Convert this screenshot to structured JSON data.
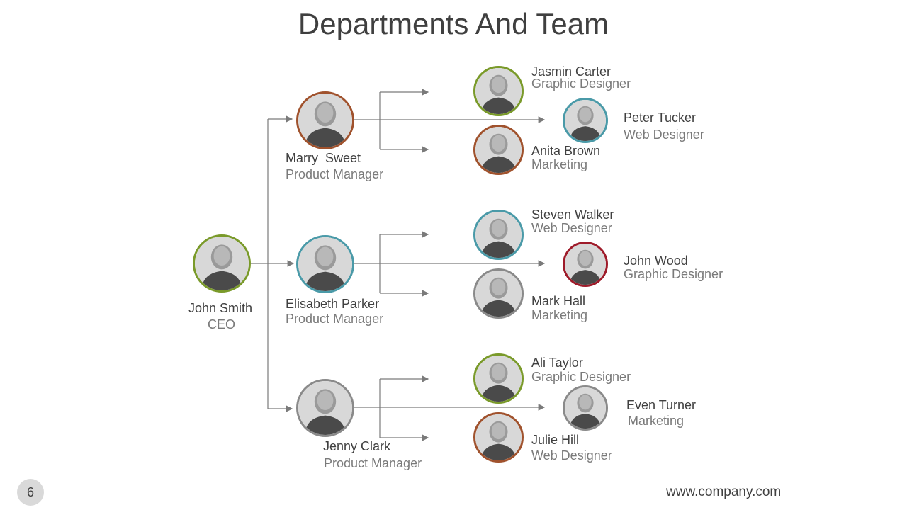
{
  "title": "Departments And Team",
  "colors": {
    "green": "#7a9a2a",
    "orange": "#a0522d",
    "teal": "#4a9aa8",
    "red": "#9e1b2a",
    "gray": "#8a8a8a",
    "line": "#7a7a7a"
  },
  "ceo": {
    "name": "John Smith",
    "role": "CEO",
    "ring": "green"
  },
  "managers": [
    {
      "name": "Marry  Sweet",
      "role": "Product Manager",
      "ring": "orange",
      "reports": [
        {
          "name": "Jasmin Carter",
          "role": "Graphic Designer",
          "ring": "green"
        },
        {
          "name": "Anita Brown",
          "role": "Marketing",
          "ring": "orange"
        },
        {
          "name": "Peter Tucker",
          "role": "Web Designer",
          "ring": "teal"
        }
      ]
    },
    {
      "name": "Elisabeth Parker",
      "role": "Product Manager",
      "ring": "teal",
      "reports": [
        {
          "name": "Steven Walker",
          "role": "Web Designer",
          "ring": "teal"
        },
        {
          "name": "Mark Hall",
          "role": "Marketing",
          "ring": "gray"
        },
        {
          "name": "John Wood",
          "role": "Graphic Designer",
          "ring": "red"
        }
      ]
    },
    {
      "name": "Jenny Clark",
      "role": "Product Manager",
      "ring": "gray",
      "reports": [
        {
          "name": "Ali Taylor",
          "role": "Graphic Designer",
          "ring": "green"
        },
        {
          "name": "Julie Hill",
          "role": "Web Designer",
          "ring": "orange"
        },
        {
          "name": "Even Turner",
          "role": "Marketing",
          "ring": "gray"
        }
      ]
    }
  ],
  "footer": {
    "page_number": "6",
    "url": "www.company.com"
  }
}
